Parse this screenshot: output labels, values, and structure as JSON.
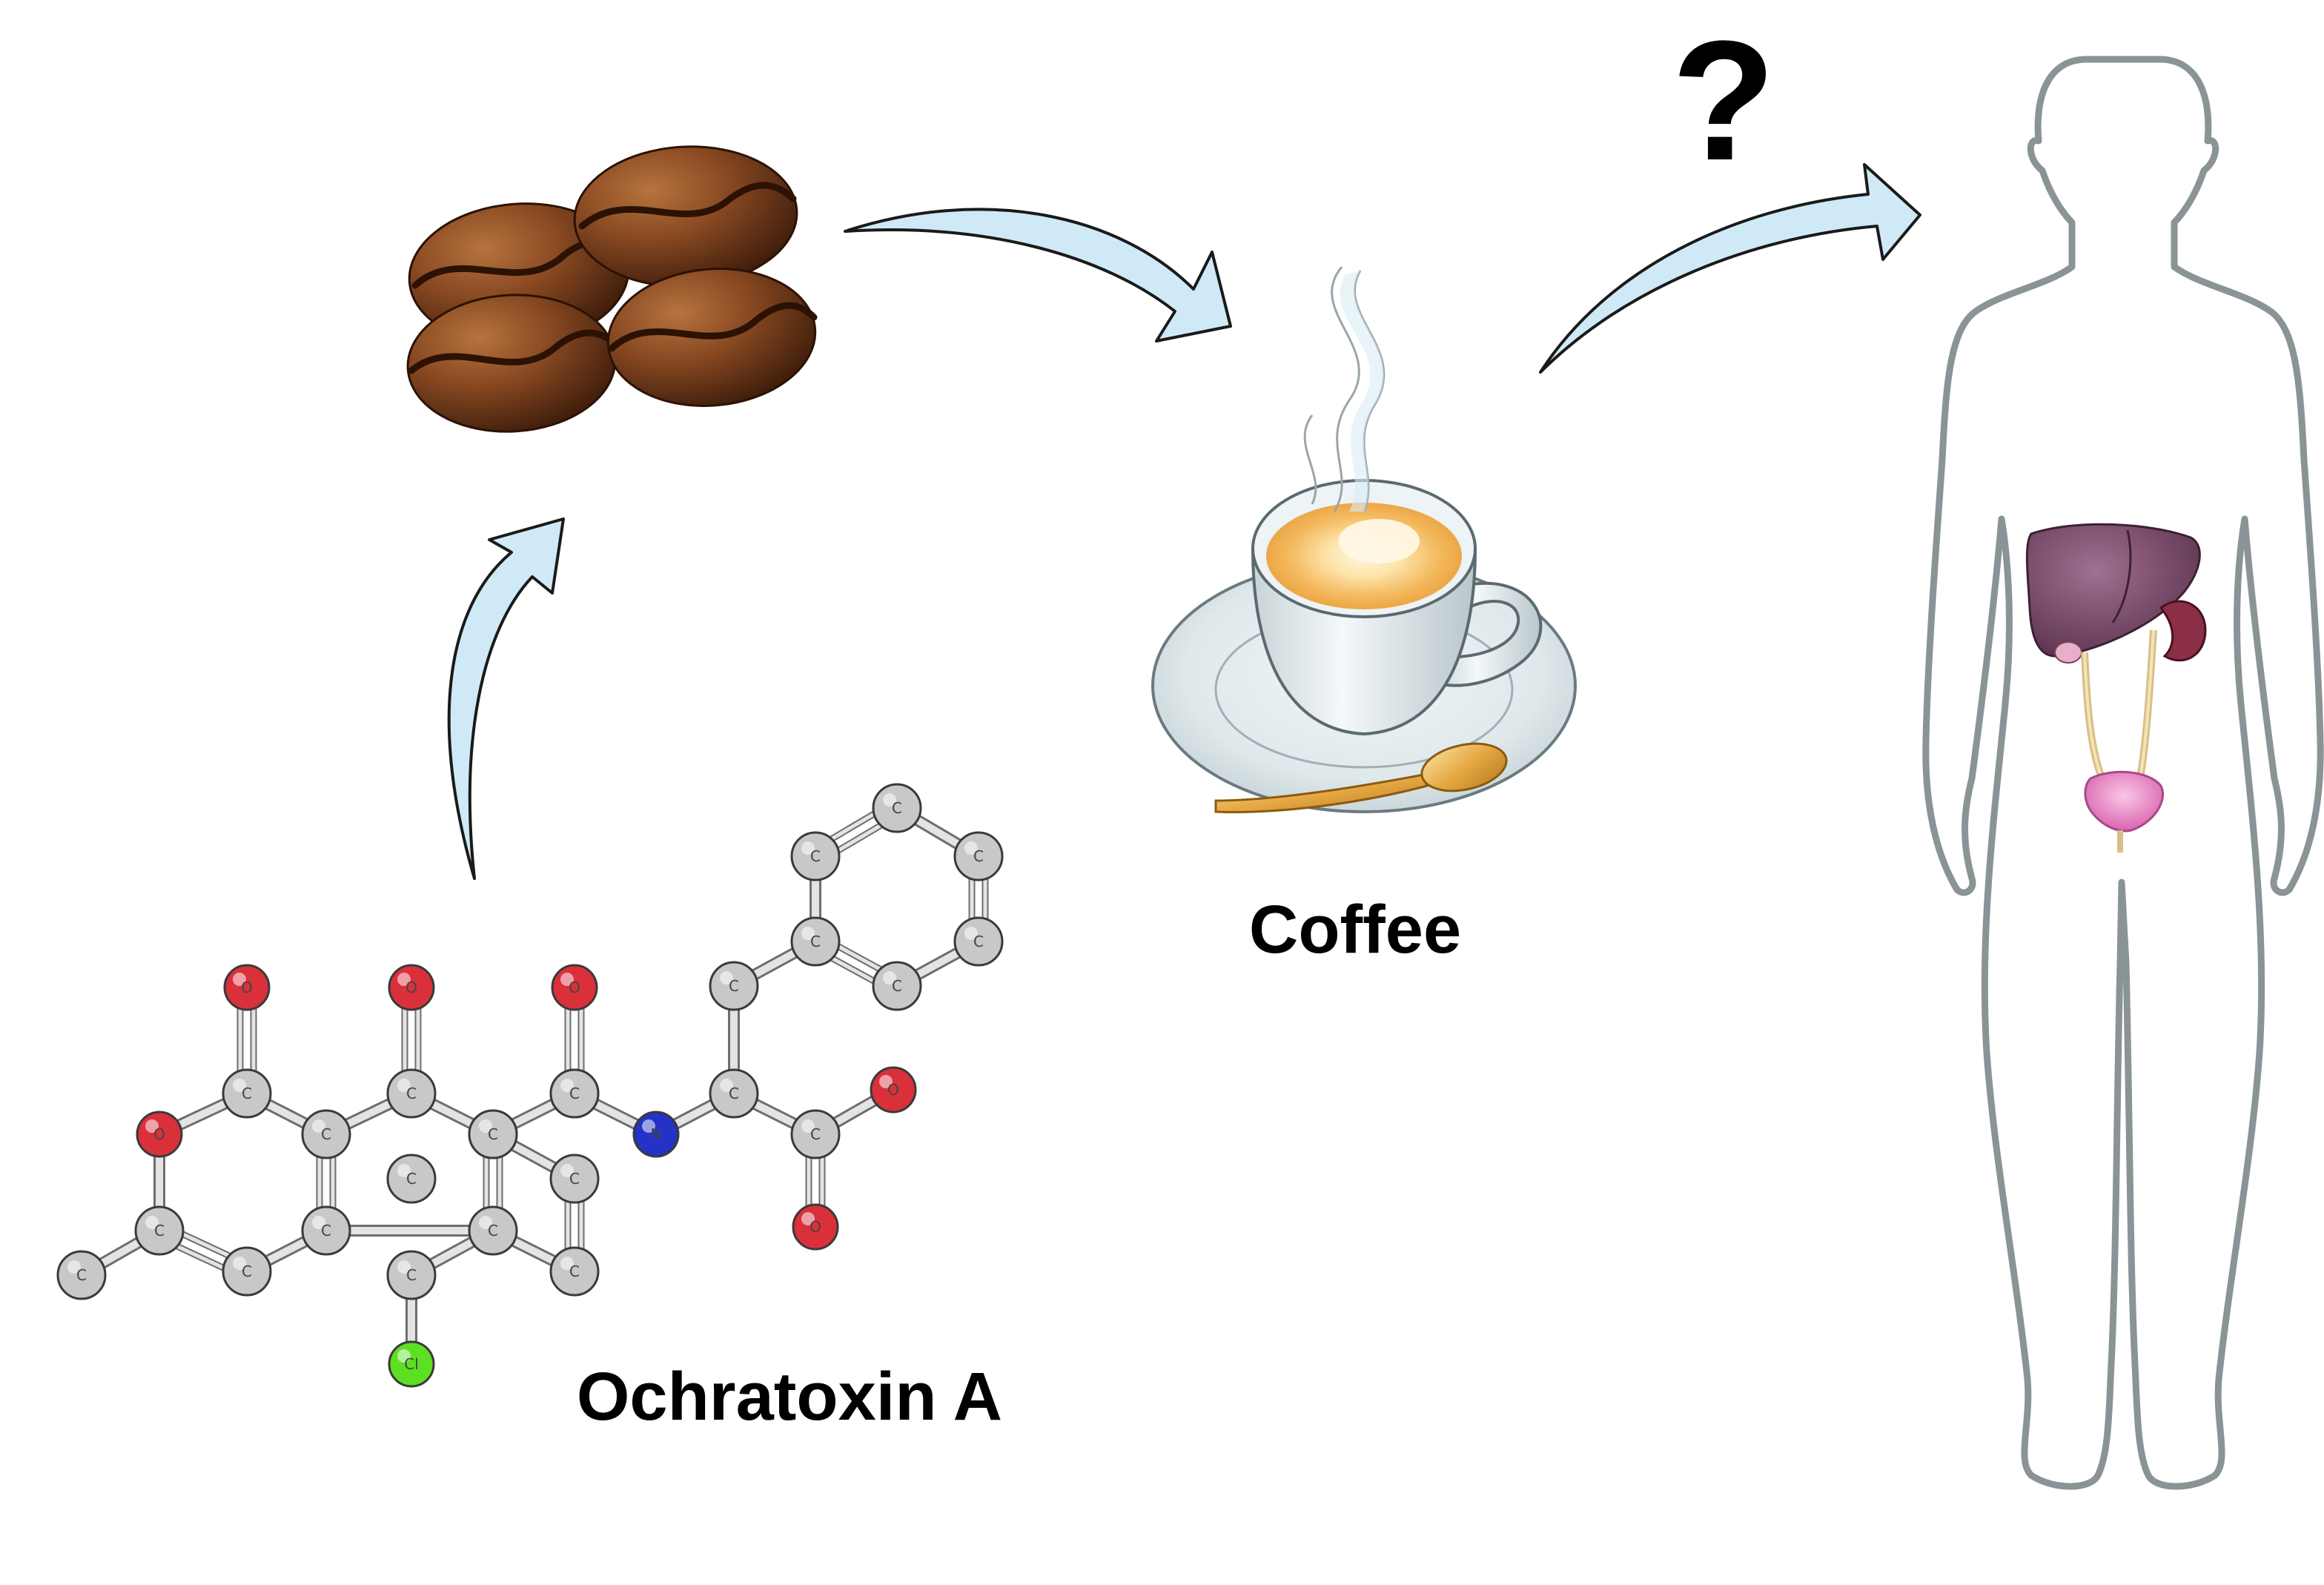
{
  "labels": {
    "coffee": "Coffee",
    "toxin": "Ochratoxin A",
    "question": "?"
  },
  "molecule": {
    "atoms": [
      {
        "id": "O1",
        "el": "O"
      },
      {
        "id": "O2",
        "el": "O"
      },
      {
        "id": "O3",
        "el": "O"
      },
      {
        "id": "Or",
        "el": "O"
      },
      {
        "id": "C1",
        "el": "C"
      },
      {
        "id": "C2",
        "el": "C"
      },
      {
        "id": "C3",
        "el": "C"
      },
      {
        "id": "C4",
        "el": "C"
      },
      {
        "id": "C5",
        "el": "C"
      },
      {
        "id": "C6",
        "el": "C"
      },
      {
        "id": "C7",
        "el": "C"
      },
      {
        "id": "C8",
        "el": "C"
      },
      {
        "id": "C9",
        "el": "C"
      },
      {
        "id": "C10",
        "el": "C"
      },
      {
        "id": "C11",
        "el": "C"
      },
      {
        "id": "Me",
        "el": "C"
      },
      {
        "id": "N",
        "el": "N"
      },
      {
        "id": "Ca",
        "el": "C"
      },
      {
        "id": "Cb",
        "el": "C"
      },
      {
        "id": "Cc",
        "el": "C"
      },
      {
        "id": "O4",
        "el": "O"
      },
      {
        "id": "O5",
        "el": "O"
      },
      {
        "id": "P1",
        "el": "C"
      },
      {
        "id": "P2",
        "el": "C"
      },
      {
        "id": "P3",
        "el": "C"
      },
      {
        "id": "P4",
        "el": "C"
      },
      {
        "id": "P5",
        "el": "C"
      },
      {
        "id": "P6",
        "el": "C"
      },
      {
        "id": "Cl",
        "el": "Cl"
      }
    ],
    "bonds": [
      [
        "C1",
        "O1",
        2
      ],
      [
        "C1",
        "Or",
        1
      ],
      [
        "C1",
        "C2",
        1
      ],
      [
        "C2",
        "C3",
        1
      ],
      [
        "C3",
        "O2",
        2
      ],
      [
        "C3",
        "C4",
        1
      ],
      [
        "C4",
        "C5",
        2
      ],
      [
        "C5",
        "C6",
        1
      ],
      [
        "C6",
        "C7",
        2
      ],
      [
        "C7",
        "C8",
        1
      ],
      [
        "C8",
        "C4",
        1
      ],
      [
        "C2",
        "C9",
        2
      ],
      [
        "C9",
        "C8",
        1
      ],
      [
        "C9",
        "C10",
        1
      ],
      [
        "C10",
        "C11",
        2
      ],
      [
        "C11",
        "Or",
        1
      ],
      [
        "C11",
        "Me",
        1
      ],
      [
        "C7",
        "Cl",
        1
      ],
      [
        "C5",
        "C12",
        1
      ],
      [
        "C12",
        "O3",
        2
      ],
      [
        "C12",
        "N",
        1
      ],
      [
        "N",
        "Ca",
        1
      ],
      [
        "Ca",
        "Cc",
        1
      ],
      [
        "Cc",
        "O4",
        1
      ],
      [
        "Cc",
        "O5",
        2
      ],
      [
        "Ca",
        "Cb",
        1
      ],
      [
        "Cb",
        "P1",
        1
      ],
      [
        "P1",
        "P2",
        1
      ],
      [
        "P2",
        "P3",
        2
      ],
      [
        "P3",
        "P4",
        1
      ],
      [
        "P4",
        "P5",
        2
      ],
      [
        "P5",
        "P6",
        1
      ],
      [
        "P6",
        "P1",
        2
      ]
    ],
    "extra_atoms": [
      {
        "id": "C12",
        "el": "C"
      }
    ],
    "colors": {
      "C": "#c8c8c8",
      "O": "#d9303a",
      "N": "#2432c8",
      "Cl": "#5ce022"
    }
  },
  "colors": {
    "arrow_fill": "#cfeaf6",
    "arrow_stroke": "#1a1a1a",
    "body_outline": "#8a9396",
    "liver": "#7a4a66",
    "kidney": "#8a2f45",
    "bladder": "#e88ac6",
    "ureter": "#e8d2a0",
    "bean_dark": "#5a2d14",
    "bean_light": "#9c5a2e",
    "coffee_crema": "#f4c070",
    "cup": "#e6edf0",
    "spoon": "#e2a440"
  }
}
